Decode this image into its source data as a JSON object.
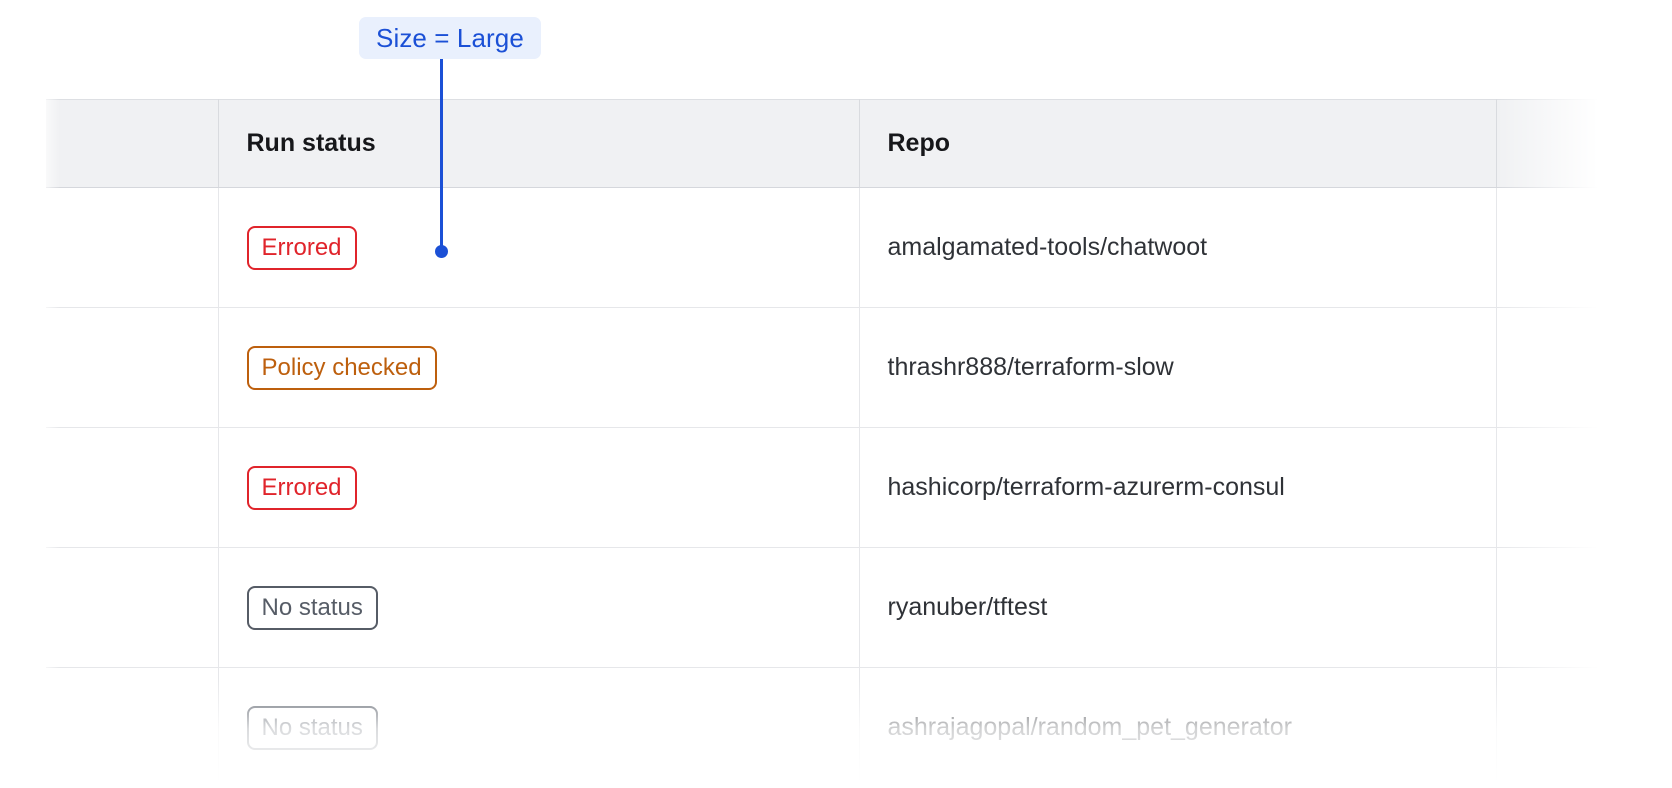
{
  "annotation": {
    "label": "Size = Large",
    "badge_bg": "#E9F0FD",
    "accent_color": "#1B50D6"
  },
  "table": {
    "columns": [
      {
        "key": "spacer",
        "label": ""
      },
      {
        "key": "run_status",
        "label": "Run status"
      },
      {
        "key": "repo",
        "label": "Repo"
      },
      {
        "key": "tail",
        "label": ""
      }
    ],
    "rows": [
      {
        "status": "Errored",
        "status_kind": "errored",
        "repo": "amalgamated-tools/chatwoot"
      },
      {
        "status": "Policy checked",
        "status_kind": "policy-checked",
        "repo": "thrashr888/terraform-slow"
      },
      {
        "status": "Errored",
        "status_kind": "errored",
        "repo": "hashicorp/terraform-azurerm-consul"
      },
      {
        "status": "No status",
        "status_kind": "no-status",
        "repo": "ryanuber/tftest"
      },
      {
        "status": "No status",
        "status_kind": "no-status",
        "repo": "ashrajagopal/random_pet_generator"
      }
    ],
    "status_colors": {
      "errored": "#E0242B",
      "policy-checked": "#BD5F0D",
      "no-status": "#565C66"
    },
    "header_bg": "#F0F1F3",
    "border_color": "#E6E7EA"
  }
}
